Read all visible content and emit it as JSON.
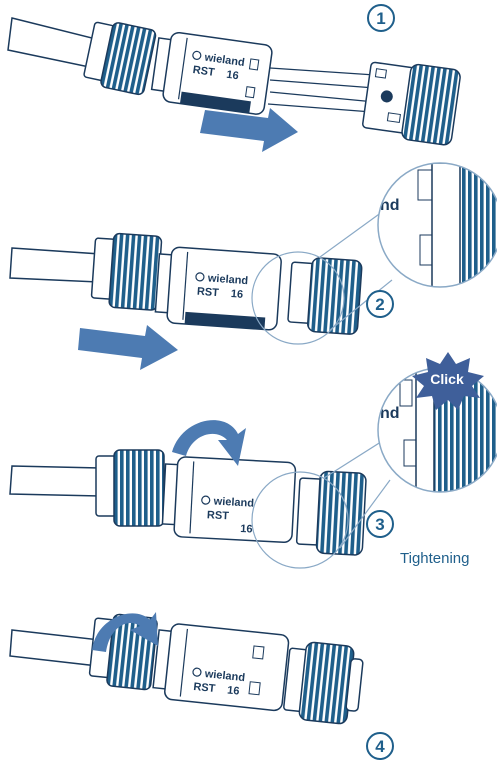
{
  "brand": {
    "name": "wieland",
    "model": "RST",
    "size": "16"
  },
  "steps": [
    {
      "number": "1"
    },
    {
      "number": "2"
    },
    {
      "number": "3",
      "caption": "Tightening"
    },
    {
      "number": "4"
    }
  ],
  "callout": {
    "click_label": "Click"
  },
  "detail_label": "nd",
  "colors": {
    "nut_blue": "#1f5f8b",
    "nut_blue_light": "#5f8fb8",
    "arrow_blue": "#4d7bb2",
    "star_blue": "#3f5f9a",
    "outline": "#1b3a5c",
    "body_fill": "#ffffff"
  },
  "icons": [
    "push-arrow-icon",
    "rotate-arrow-icon",
    "click-burst-icon",
    "magnifier-circle-icon",
    "wieland-logo-icon"
  ]
}
